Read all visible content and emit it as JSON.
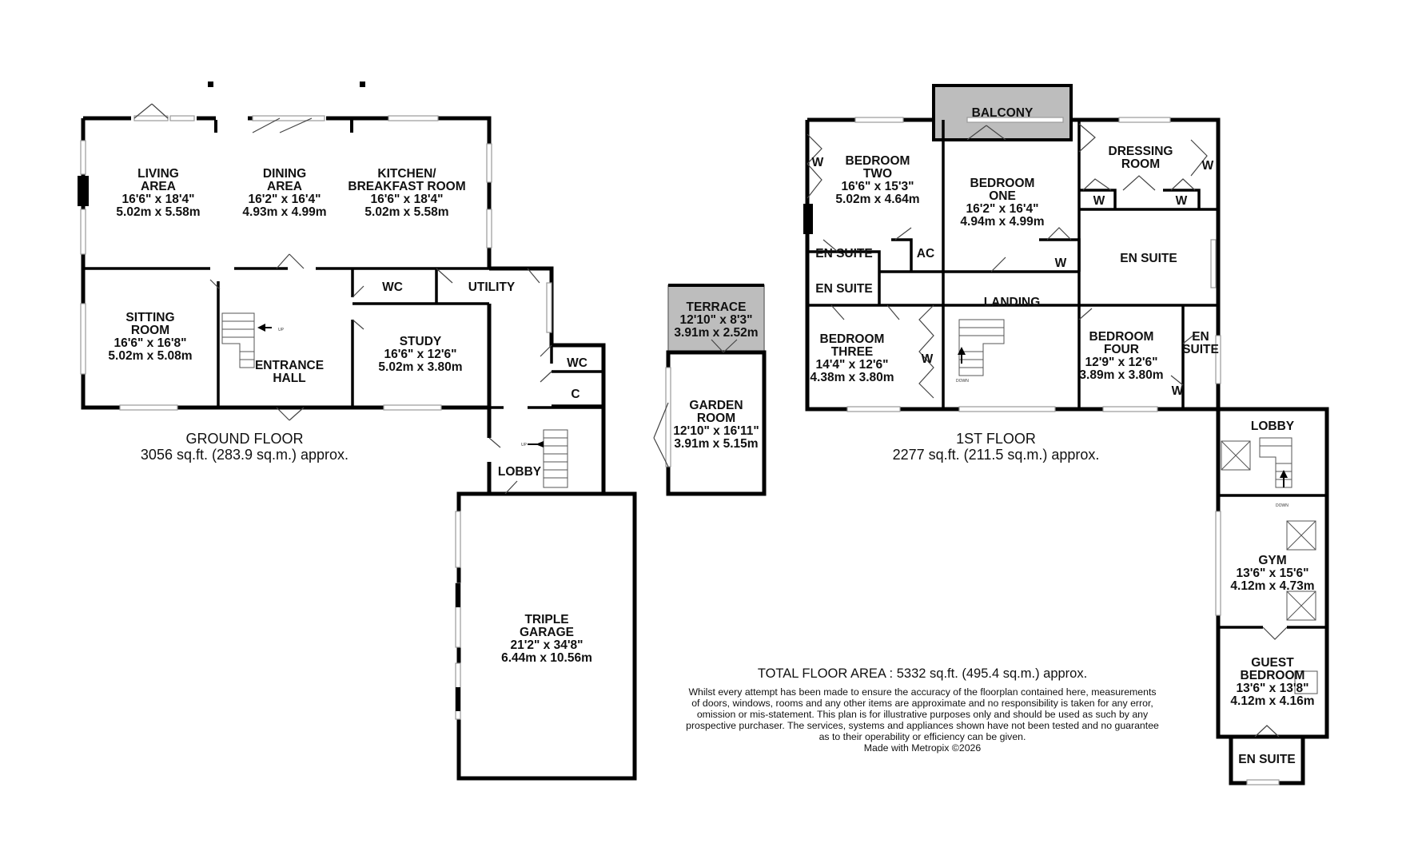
{
  "ground_floor": {
    "title": "GROUND FLOOR",
    "area": "3056 sq.ft. (283.9 sq.m.) approx.",
    "rooms": [
      {
        "id": "living-area",
        "lines": [
          "LIVING",
          "AREA",
          "16'6\"  x 18'4\"",
          "5.02m  x 5.58m"
        ]
      },
      {
        "id": "dining-area",
        "lines": [
          "DINING",
          "AREA",
          "16'2\"  x 16'4\"",
          "4.93m  x 4.99m"
        ]
      },
      {
        "id": "kitchen",
        "lines": [
          "KITCHEN/",
          "BREAKFAST ROOM",
          "16'6\"  x 18'4\"",
          "5.02m  x 5.58m"
        ]
      },
      {
        "id": "sitting-room",
        "lines": [
          "SITTING",
          "ROOM",
          "16'6\"  x 16'8\"",
          "5.02m  x 5.08m"
        ]
      },
      {
        "id": "entrance-hall",
        "lines": [
          "ENTRANCE",
          "HALL"
        ]
      },
      {
        "id": "wc-ground",
        "lines": [
          "WC"
        ]
      },
      {
        "id": "utility",
        "lines": [
          "UTILITY"
        ]
      },
      {
        "id": "study",
        "lines": [
          "STUDY",
          "16'6\"  x 12'6\"",
          "5.02m  x 3.80m"
        ]
      },
      {
        "id": "wc-ground-2",
        "lines": [
          "WC"
        ]
      },
      {
        "id": "cupboard-ground",
        "lines": [
          "C"
        ]
      },
      {
        "id": "lobby-ground",
        "lines": [
          "LOBBY"
        ]
      },
      {
        "id": "triple-garage",
        "lines": [
          "TRIPLE",
          "GARAGE",
          "21'2\"  x 34'8\"",
          "6.44m  x 10.56m"
        ]
      },
      {
        "id": "terrace",
        "lines": [
          "TERRACE",
          "12'10\"  x 8'3\"",
          "3.91m  x 2.52m"
        ]
      },
      {
        "id": "garden-room",
        "lines": [
          "GARDEN",
          "ROOM",
          "12'10\"  x 16'11\"",
          "3.91m  x 5.15m"
        ]
      }
    ]
  },
  "first_floor": {
    "title": "1ST FLOOR",
    "area": "2277 sq.ft. (211.5 sq.m.) approx.",
    "rooms": [
      {
        "id": "balcony",
        "lines": [
          "BALCONY"
        ]
      },
      {
        "id": "bedroom-two",
        "lines": [
          "BEDROOM",
          "TWO",
          "16'6\"  x 15'3\"",
          "5.02m  x 4.64m"
        ]
      },
      {
        "id": "bedroom-one",
        "lines": [
          "BEDROOM",
          "ONE",
          "16'2\"  x 16'4\"",
          "4.94m  x 4.99m"
        ]
      },
      {
        "id": "dressing-room",
        "lines": [
          "DRESSING",
          "ROOM"
        ]
      },
      {
        "id": "en-suite-1",
        "lines": [
          "EN SUITE"
        ]
      },
      {
        "id": "ac",
        "lines": [
          "AC"
        ]
      },
      {
        "id": "en-suite-2",
        "lines": [
          "EN SUITE"
        ]
      },
      {
        "id": "en-suite-main",
        "lines": [
          "EN SUITE"
        ]
      },
      {
        "id": "landing",
        "lines": [
          "LANDING"
        ]
      },
      {
        "id": "bedroom-three",
        "lines": [
          "BEDROOM",
          "THREE",
          "14'4\"  x 12'6\"",
          "4.38m  x 3.80m"
        ]
      },
      {
        "id": "bedroom-four",
        "lines": [
          "BEDROOM",
          "FOUR",
          "12'9\"  x 12'6\"",
          "3.89m  x 3.80m"
        ]
      },
      {
        "id": "en-suite-4",
        "lines": [
          "EN",
          "SUITE"
        ]
      },
      {
        "id": "lobby-first",
        "lines": [
          "LOBBY"
        ]
      },
      {
        "id": "gym",
        "lines": [
          "GYM",
          "13'6\"  x 15'6\"",
          "4.12m  x 4.73m"
        ]
      },
      {
        "id": "guest-bedroom",
        "lines": [
          "GUEST",
          "BEDROOM",
          "13'6\"  x 13'8\"",
          "4.12m  x 4.16m"
        ]
      },
      {
        "id": "en-suite-guest",
        "lines": [
          "EN SUITE"
        ]
      }
    ],
    "wardrobe_label": "W"
  },
  "total": "TOTAL FLOOR AREA : 5332 sq.ft. (495.4 sq.m.) approx.",
  "disclaimer": [
    "Whilst every attempt has been made to ensure the accuracy of the floorplan contained here, measurements",
    "of doors, windows, rooms and any other items are approximate and no responsibility is taken for any error,",
    "omission or mis-statement. This plan is for illustrative purposes only and should be used as such by any",
    "prospective purchaser. The services, systems and appliances shown have not been tested and no guarantee",
    "as to their operability or efficiency can be given."
  ],
  "made_with": "Made with Metropix ©2026",
  "stair_labels": {
    "up": "UP",
    "down": "DOWN"
  },
  "colors": {
    "wall": "#000000",
    "terrace_fill": "#bdbdbd",
    "window": "#9a9a9a"
  }
}
